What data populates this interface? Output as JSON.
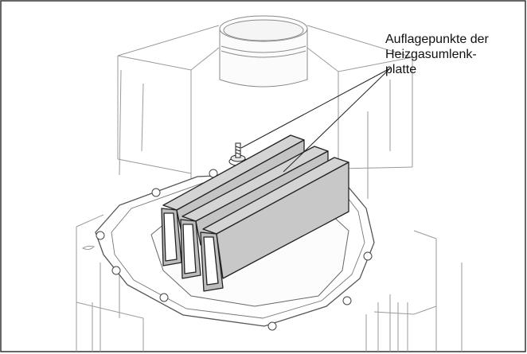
{
  "callout": {
    "line1": "Auflagepunkte der",
    "line2": "Heizgasumlenk-",
    "line3": "platte"
  },
  "colors": {
    "frame": "#333333",
    "housing": "#9a9a9a",
    "housing_fill": "#f7f7f7",
    "flange": "#555555",
    "tube_fill": "#c8c8c8",
    "tube_shadow": "#b0b0b0",
    "tube_outline": "#222222"
  }
}
